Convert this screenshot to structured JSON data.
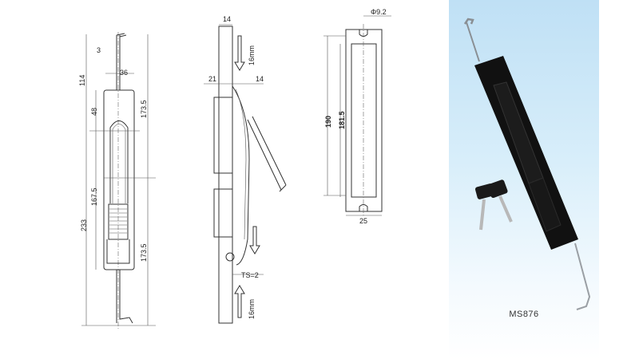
{
  "front_view": {
    "dims": [
      "3",
      "36",
      "114",
      "48",
      "173.5",
      "167.5",
      "233",
      "173.5"
    ]
  },
  "side_view": {
    "dims": [
      "14",
      "16mm",
      "21",
      "14",
      "TS=2",
      "16mm"
    ]
  },
  "back_view": {
    "dims": [
      "Φ9.2",
      "190",
      "181.5",
      "25"
    ]
  },
  "photo": {
    "caption": "MS876",
    "background_top": "#bfe0f5",
    "body_color": "#111111"
  }
}
